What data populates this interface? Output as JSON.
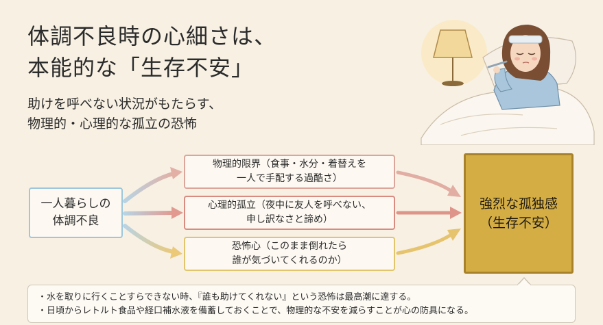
{
  "title": {
    "line1": "体調不良時の心細さは、",
    "line2": "本能的な「生存不安」"
  },
  "subtitle": {
    "line1": "助けを呼べない状況がもたらす、",
    "line2": "物理的・心理的な孤立の恐怖"
  },
  "diagram": {
    "source": {
      "line1": "一人暮らしの",
      "line2": "体調不良"
    },
    "factors": [
      {
        "line1": "物理的限界（食事・水分・着替えを",
        "line2": "一人で手配する過酷さ）",
        "color": "#dca59a"
      },
      {
        "line1": "心理的孤立（夜中に友人を呼べない、",
        "line2": "申し訳なさと諦め）",
        "color": "#d98b80"
      },
      {
        "line1": "恐怖心（このまま倒れたら",
        "line2": "誰が気づいてくれるのか）",
        "color": "#e2c56a"
      }
    ],
    "result": {
      "line1": "強烈な孤独感",
      "line2": "（生存不安）",
      "color": "#d4ae45"
    }
  },
  "notes": [
    "・水を取りに行くことすらできない時、『誰も助けてくれない』という恐怖は最高潮に達する。",
    "・日頃からレトルト食品や経口補水液を備蓄しておくことで、物理的な不安を減らすことが心の防具になる。"
  ],
  "colors": {
    "background": "#f7f0e3",
    "source_border": "#9cc7dc",
    "result_border": "#a8822a"
  },
  "icons": {
    "illustration": "sick-woman-in-bed-illustration"
  }
}
